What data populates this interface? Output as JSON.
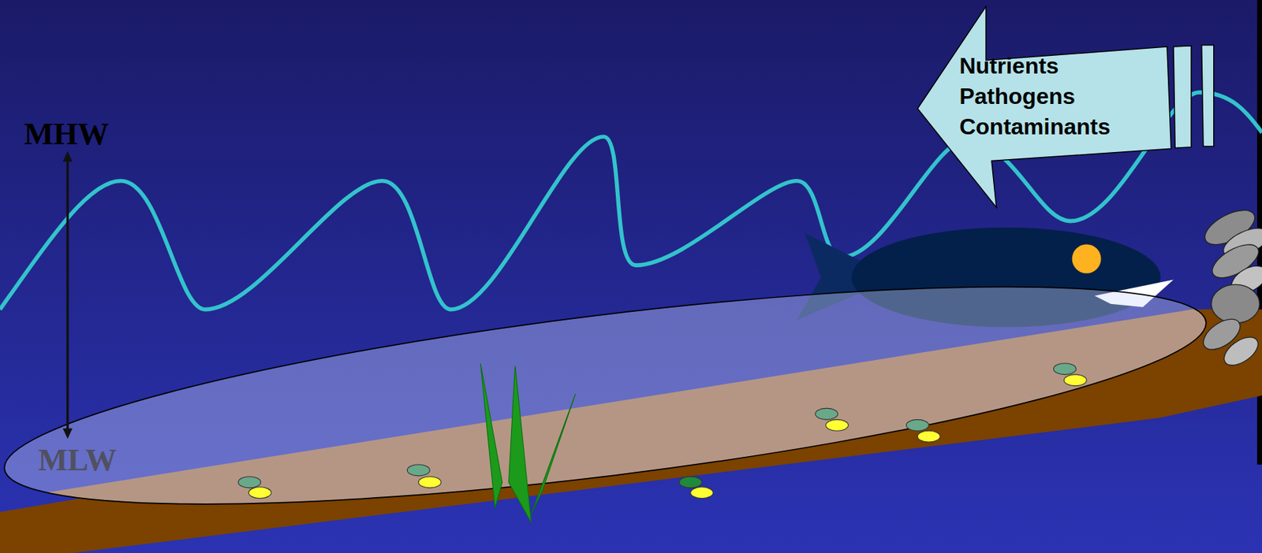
{
  "diagram": {
    "nodes": [
      {
        "text": [
          "Nutrients",
          "Pathogens",
          "Contaminants"
        ]
      }
    ],
    "labels": [
      "MHW",
      "MLW"
    ]
  }
}
